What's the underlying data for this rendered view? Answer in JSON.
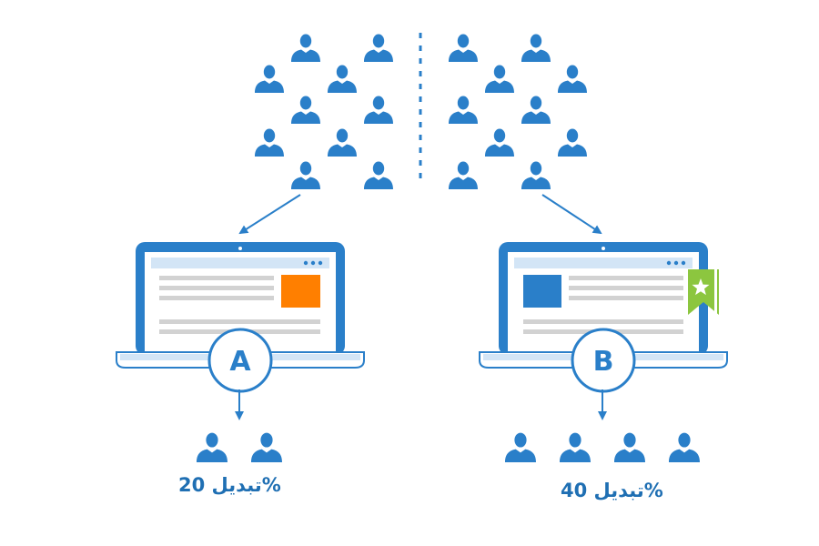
{
  "colors": {
    "primary": "#2a7fc9",
    "dark_blue": "#1f6fb3",
    "screen_bg": "#ffffff",
    "bar_bg": "#d3e5f6",
    "line_gray": "#d2d2d2",
    "orange": "#ff7f00",
    "green": "#8cc63f",
    "text": "#1f6fb3"
  },
  "variants": [
    {
      "id": "a",
      "letter": "A",
      "converted_users": 2,
      "conversion_text": "تبديل 20%",
      "has_badge": false
    },
    {
      "id": "b",
      "letter": "B",
      "converted_users": 4,
      "conversion_text": "تبديل 40%",
      "has_badge": true
    }
  ],
  "icons": {
    "user": "user-icon",
    "badge": "star-ribbon-icon",
    "divider": "dashed-divider"
  }
}
